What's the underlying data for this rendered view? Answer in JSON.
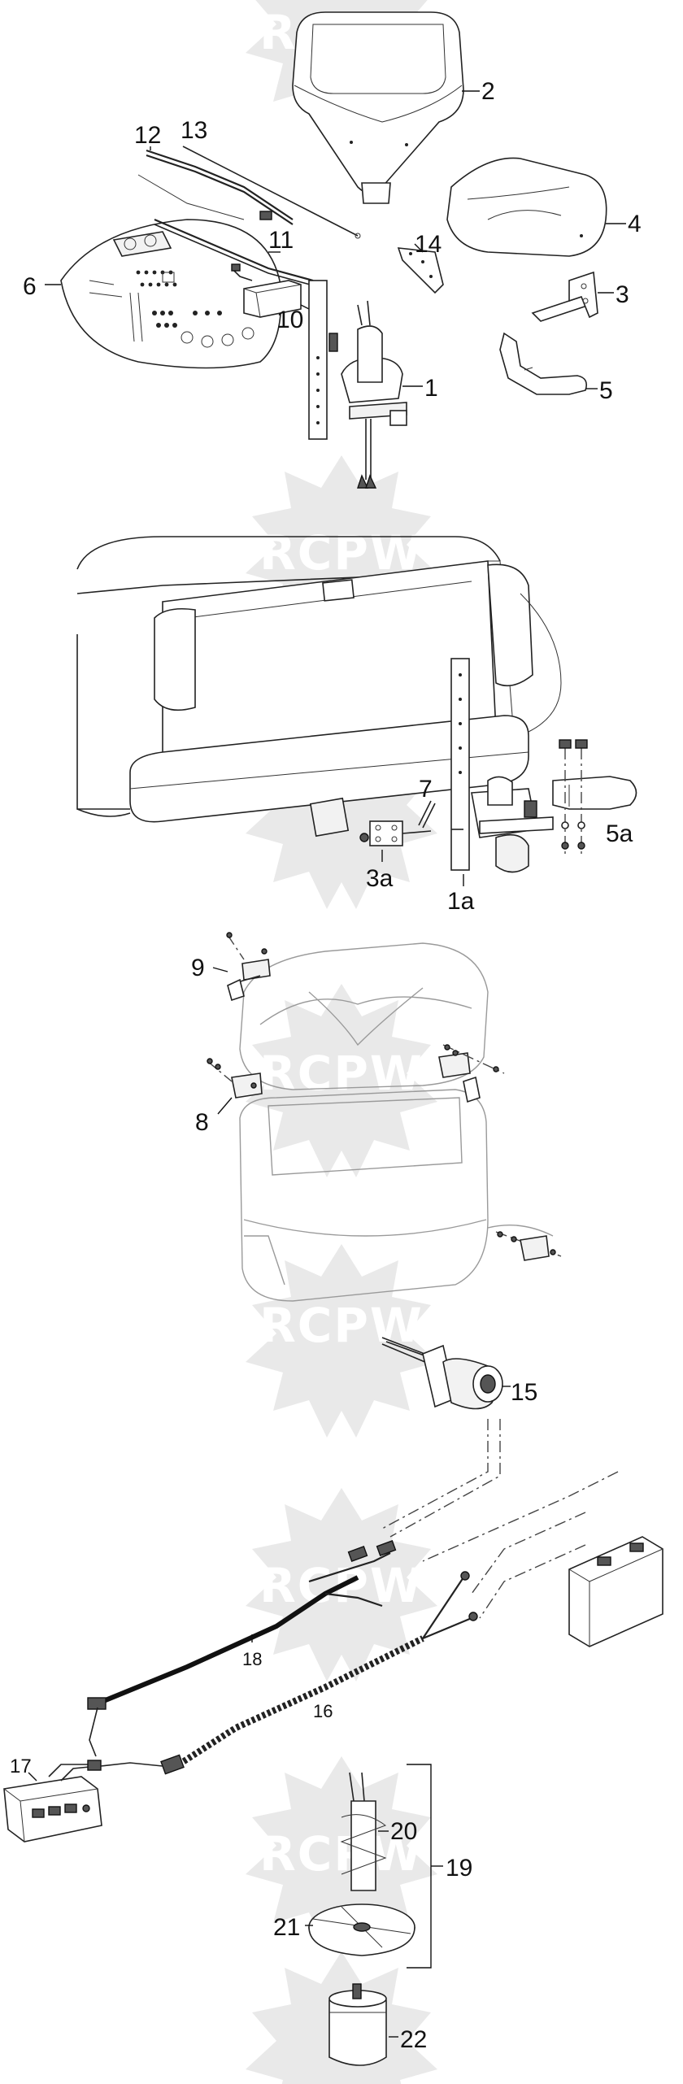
{
  "watermark": {
    "text": "RCPW",
    "color": "#e9e9e9"
  },
  "callouts": {
    "c1": "1",
    "c1a": "1a",
    "c2": "2",
    "c3": "3",
    "c3a": "3a",
    "c4": "4",
    "c5": "5",
    "c5a": "5a",
    "c6": "6",
    "c7": "7",
    "c8": "8",
    "c9": "9",
    "c10": "10",
    "c11": "11",
    "c12": "12",
    "c13": "13",
    "c14": "14",
    "c15": "15",
    "c16": "16",
    "c17": "17",
    "c18": "18",
    "c19": "19",
    "c20": "20",
    "c21": "21",
    "c22": "22"
  }
}
